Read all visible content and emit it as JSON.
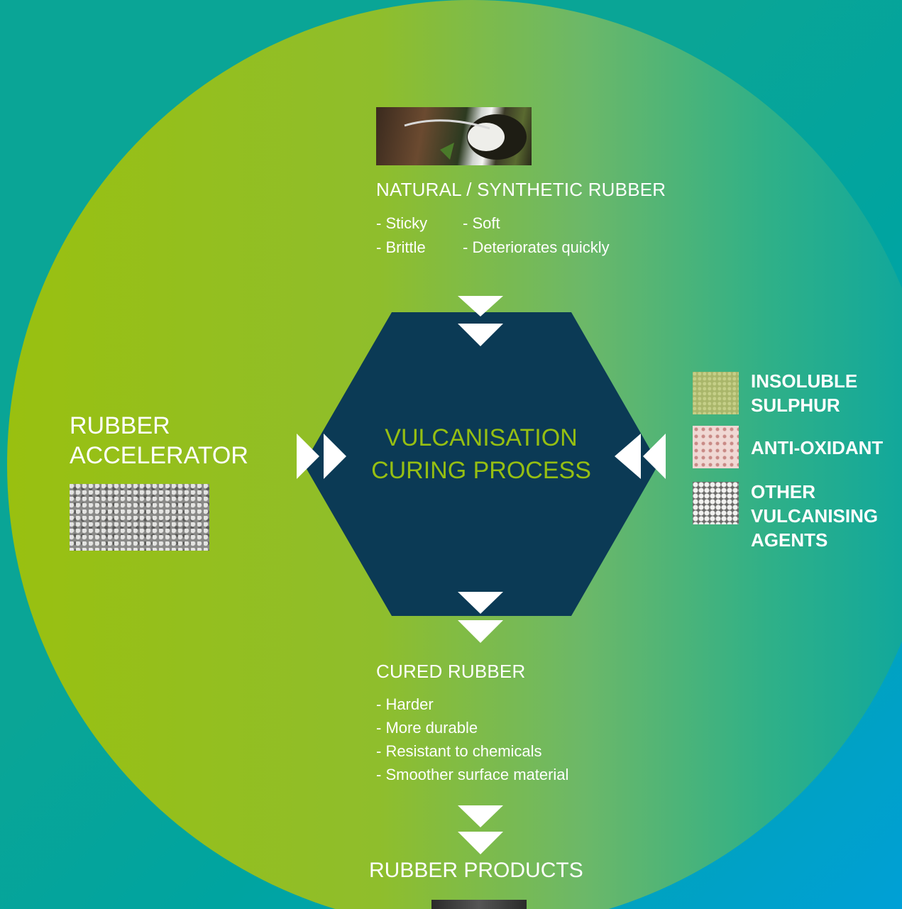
{
  "colors": {
    "background_teal": "#0aa596",
    "background_blue": "#00a0d6",
    "circle_green": "#96bf12",
    "hexagon": "#0b3a55",
    "center_text": "#96bf12",
    "text": "#ffffff"
  },
  "top": {
    "heading": "NATURAL / SYNTHETIC RUBBER",
    "col1": [
      "- Sticky",
      "- Brittle"
    ],
    "col2": [
      "- Soft",
      "- Deteriorates quickly"
    ]
  },
  "center": {
    "line1": "VULCANISATION",
    "line2": "CURING PROCESS"
  },
  "left": {
    "line1": "RUBBER",
    "line2": "ACCELERATOR"
  },
  "right": {
    "item1": [
      "INSOLUBLE",
      "SULPHUR"
    ],
    "item2": [
      "ANTI-OXIDANT"
    ],
    "item3": [
      "OTHER",
      "VULCANISING",
      "AGENTS"
    ]
  },
  "bottom": {
    "heading": "CURED RUBBER",
    "bullets": [
      "- Harder",
      "- More durable",
      "- Resistant to chemicals",
      "- Smoother surface material"
    ],
    "products": "RUBBER PRODUCTS"
  }
}
